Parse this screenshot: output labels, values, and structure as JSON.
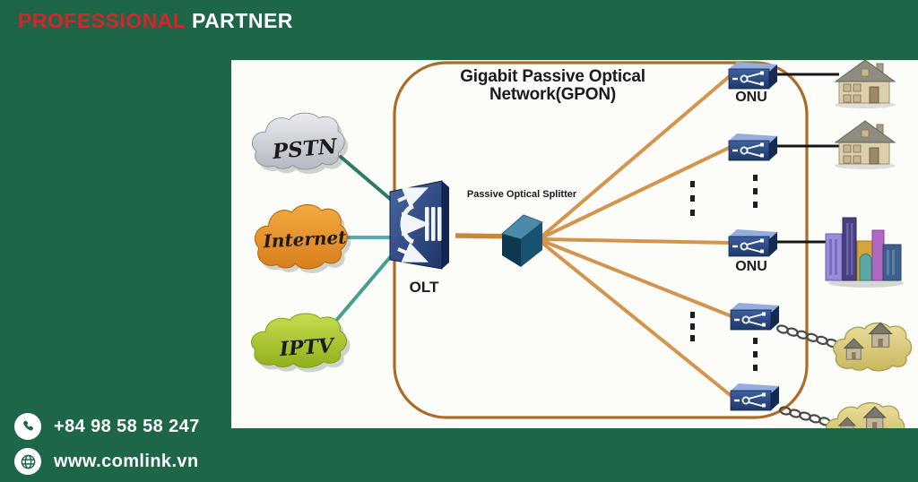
{
  "header": {
    "word_red": "PROFESSIONAL",
    "word_white": "PARTNER"
  },
  "diagram": {
    "title": "Gigabit Passive Optical Network(GPON)",
    "sources": [
      {
        "label": "PSTN"
      },
      {
        "label": "Internet"
      },
      {
        "label": "IPTV"
      }
    ],
    "olt_label": "OLT",
    "splitter_label": "Passive Optical Splitter",
    "onu_label_top": "ONU",
    "onu_label_mid": "ONU"
  },
  "contact": {
    "phone": "+84 98 58 58 247",
    "website": "www.comlink.vn"
  },
  "colors": {
    "background_green": "#1d6648",
    "accent_red": "#d7242b",
    "fiber_orange": "#d3944c",
    "boundary_orange": "#ad6b27",
    "uplink_teal": "#3f9a8f",
    "drop_black": "#161616",
    "device_blue": "#2c4a87"
  }
}
